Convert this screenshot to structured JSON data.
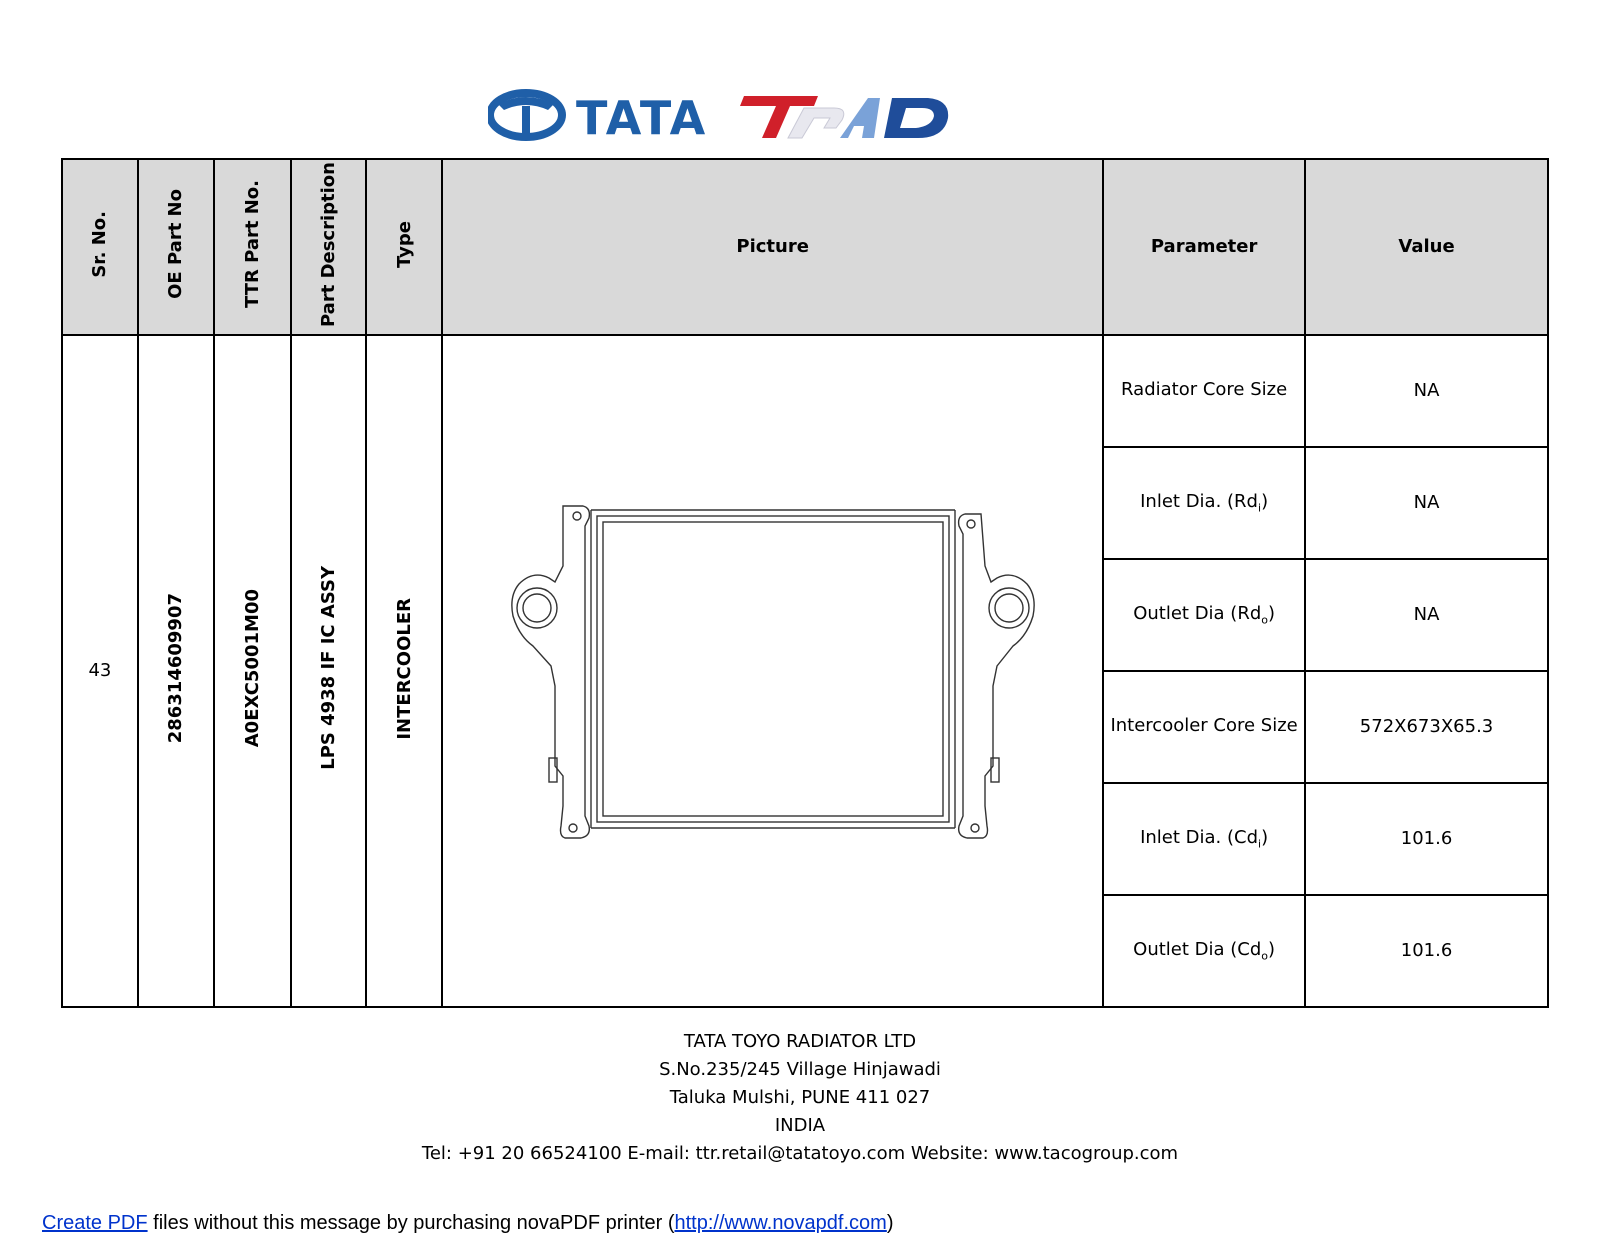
{
  "logo": {
    "brand": "TATA",
    "sub_brand": "TRAD",
    "brand_color": "#1f5fa8",
    "accent_color": "#d0202a"
  },
  "table": {
    "headers": [
      "Sr. No.",
      "OE Part No",
      "TTR Part No.",
      "Part Description",
      "Type",
      "Picture",
      "Parameter",
      "Value"
    ],
    "row": {
      "sr_no": "43",
      "oe_part_no": "286314609907",
      "ttr_part_no": "A0EXC5001M00",
      "part_description": "LPS 4938 IF IC ASSY",
      "type": "INTERCOOLER"
    },
    "parameters": [
      {
        "name": "Radiator Core Size",
        "sub": "",
        "suffix": "",
        "value": "NA"
      },
      {
        "name": "Inlet Dia. (Rd",
        "sub": "i",
        "suffix": ")",
        "value": "NA"
      },
      {
        "name": "Outlet Dia (Rd",
        "sub": "o",
        "suffix": ")",
        "value": "NA"
      },
      {
        "name": "Intercooler Core Size",
        "sub": "",
        "suffix": "",
        "value": "572X673X65.3"
      },
      {
        "name": "Inlet Dia. (Cd",
        "sub": "i",
        "suffix": ")",
        "value": "101.6"
      },
      {
        "name": "Outlet Dia (Cd",
        "sub": "o",
        "suffix": ")",
        "value": "101.6"
      }
    ]
  },
  "footer": {
    "company": "TATA TOYO RADIATOR LTD",
    "address1": "S.No.235/245 Village Hinjawadi",
    "address2": "Taluka Mulshi, PUNE 411 027",
    "country": "INDIA",
    "contact": "Tel: +91 20 66524100  E-mail: ttr.retail@tatatoyo.com Website: www.tacogroup.com"
  },
  "novapdf": {
    "link1": "Create PDF",
    "middle": " files without this message by purchasing novaPDF printer (",
    "link2": "http://www.novapdf.com",
    "end": ")"
  }
}
